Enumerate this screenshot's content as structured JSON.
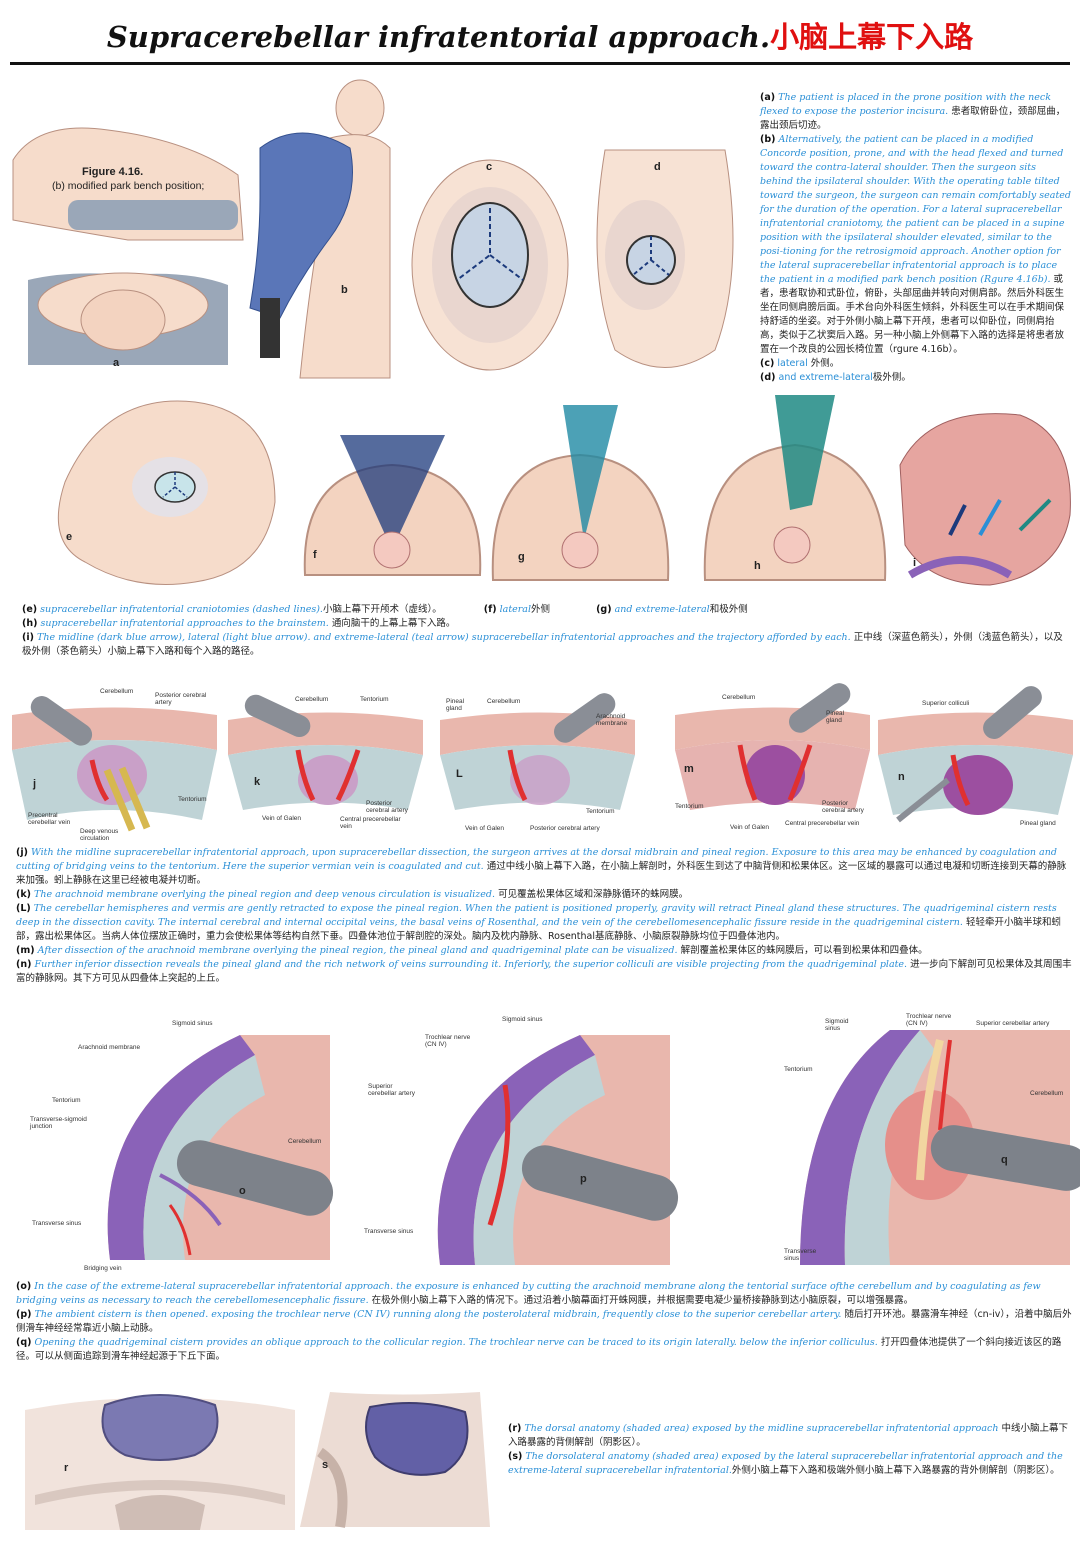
{
  "title": {
    "en": "Supracerebellar infratentorial approach.",
    "zh": "小脑上幕下入路"
  },
  "figure_label": {
    "title": "Figure 4.16.",
    "sub": "(b) modified park bench position;"
  },
  "panel_letters": {
    "a": "a",
    "b": "b",
    "c": "c",
    "d": "d",
    "e": "e",
    "f": "f",
    "g": "g",
    "h": "h",
    "i": "i",
    "j": "j",
    "k": "k",
    "L": "L",
    "m": "m",
    "n": "n",
    "o": "o",
    "p": "p",
    "q": "q",
    "r": "r",
    "s": "s"
  },
  "captions_top": [
    {
      "key": "(a)",
      "en": "The patient is placed in the prone position with the neck flexed to expose the posterior incisura.",
      "zh": "患者取俯卧位，颈部屈曲，露出颈后切迹。"
    },
    {
      "key": "(b)",
      "en": "Alternatively, the patient can be placed in a modified Concorde position, prone, and with the head flexed and turned toward the contra-lateral shoulder. Then the surgeon sits behind the ipsilateral shoulder. With the operating table tilted toward the surgeon, the surgeon can remain comfortably seated for the duration of the operation. For a lateral supracerebellar infratentorial craniotomy, the patient can be placed in a supine position with the ipsilateral shoulder elevated, similar to the posi-tioning for the retrosigmoid approach. Another option for the lateral supracerebellar infratentorial approach is to place the patient in a modified park bench position (Rgure 4.16b).",
      "zh": "或者，患者取协和式卧位，俯卧，头部屈曲并转向对侧肩部。然后外科医生坐在同侧肩膀后面。手术台向外科医生倾斜，外科医生可以在手术期间保持舒适的坐姿。对于外侧小脑上幕下开颅，患者可以仰卧位，同侧肩抬高，类似于乙状窦后入路。另一种小脑上外侧幕下入路的选择是将患者放置在一个改良的公园长椅位置（rgure 4.16b）。"
    },
    {
      "key": "(c)",
      "en": "lateral",
      "zh": "外侧。"
    },
    {
      "key": "(d)",
      "en": "and extreme-lateral",
      "zh": "极外侧。"
    }
  ],
  "captions_mid1": [
    {
      "key": "(e)",
      "en": "supracerebellar infratentorial craniotomies (dashed lines).",
      "zh": "小脑上幕下开颅术（虚线）。"
    },
    {
      "key": "(f)",
      "en": "lateral",
      "zh": "外侧"
    },
    {
      "key": "(g)",
      "en": "and extreme-lateral",
      "zh": "和极外侧"
    },
    {
      "key": "(h)",
      "en": "supracerebellar infratentorial approaches to the brainstem.",
      "zh": "通向脑干的上幕上幕下入路。"
    },
    {
      "key": "(i)",
      "en": "The midline (dark blue arrow), lateral (light blue arrow). and extreme-lateral (teal arrow) supracerebellar infratentorial approaches and the trajectory afforded by each.",
      "zh": "正中线（深蓝色箭头），外侧（浅蓝色箭头），以及极外侧（茶色箭头）小脑上幕下入路和每个入路的路径。"
    }
  ],
  "labels_row3": {
    "j": [
      "Cerebellum",
      "Posterior cerebral artery",
      "Tentorium",
      "Precentral cerebellar vein",
      "Deep venous circulation"
    ],
    "k": [
      "Cerebellum",
      "Tentorium",
      "Posterior cerebral artery",
      "Vein of Galen",
      "Central precerebellar vein"
    ],
    "L": [
      "Pineal gland",
      "Cerebellum",
      "Arachnoid membrane",
      "Tentorium",
      "Vein of Galen",
      "Posterior cerebral artery"
    ],
    "m": [
      "Cerebellum",
      "Pineal gland",
      "Tentorium",
      "Posterior cerebral artery",
      "Vein of Galen",
      "Central precerebellar vein"
    ],
    "n": [
      "Superior colliculi",
      "Pineal gland"
    ]
  },
  "captions_mid2": [
    {
      "key": "(j)",
      "en": "With the midline supracerebellar infratentorial approach, upon supracerebellar dissection, the surgeon arrives at the dorsal midbrain and pineal region. Exposure to this area may be enhanced by coagulation and cutting of bridging veins to the tentorium. Here the superior vermian vein is coagulated and cut.",
      "zh": "通过中线小脑上幕下入路，在小脑上解剖时，外科医生到达了中脑背侧和松果体区。这一区域的暴露可以通过电凝和切断连接到天幕的静脉来加强。蚓上静脉在这里已经被电凝并切断。"
    },
    {
      "key": "(k)",
      "en": "The arachnoid membrane overlying the pineal region and deep venous circulation is visualized.",
      "zh": "可见覆盖松果体区域和深静脉循环的蛛网膜。"
    },
    {
      "key": "(L)",
      "en": "The cerebellar hemispheres and vermis are gently retracted to expose the pineal region. When the patient is positioned properly, gravity will retract Pineal gland these structures. The quadrigeminal cistern rests deep in the dissection cavity. The internal cerebral and internal occipital veins, the basal veins of Rosenthal, and the vein of the cerebellomesencephalic fissure reside in the quadrigeminal cistern.",
      "zh": "轻轻牵开小脑半球和蚓部，露出松果体区。当病人体位摆放正确时，重力会使松果体等结构自然下垂。四叠体池位于解剖腔的深处。脑内及枕内静脉、Rosenthal基底静脉、小脑原裂静脉均位于四叠体池内。"
    },
    {
      "key": "(m)",
      "en": "After dissection of the arachnoid membrane overlying the pineal region, the pineal gland and quadrigeminal plate can be visualized.",
      "zh": "解剖覆盖松果体区的蛛网膜后，可以看到松果体和四叠体。"
    },
    {
      "key": "(n)",
      "en": "Further inferior dissection reveals the pineal gland and the rich network of veins surrounding it. Inferiorly, the superior colliculi are visible projecting from the quadrigeminal plate.",
      "zh": "进一步向下解剖可见松果体及其周围丰富的静脉网。其下方可见从四叠体上突起的上丘。"
    }
  ],
  "labels_row4": {
    "o": [
      "Sigmoid sinus",
      "Arachnoid membrane",
      "Tentorium",
      "Transverse-sigmoid junction",
      "Cerebellum",
      "Transverse sinus",
      "Bridging vein"
    ],
    "p": [
      "Sigmoid sinus",
      "Trochlear nerve (CN IV)",
      "Superior cerebellar artery",
      "Transverse sinus"
    ],
    "q": [
      "Sigmoid sinus",
      "Trochlear nerve (CN IV)",
      "Superior cerebellar artery",
      "Tentorium",
      "Cerebellum",
      "Transverse sinus"
    ]
  },
  "captions_mid3": [
    {
      "key": "(o)",
      "en": "In the case of the extreme-lateral supracerebellar infratentorial approach. the exposure is enhanced by cutting the arachnoid membrane along the tentorial surface ofthe cerebellum and by coagulating as few bridging veins as necessary to reach the cerebellomesencephalic fissure.",
      "zh": "在极外侧小脑上幕下入路的情况下。通过沿着小脑幕面打开蛛网膜，并根据需要电凝少量桥接静脉到达小脑原裂，可以增强暴露。"
    },
    {
      "key": "(p)",
      "en": "The ambient cistern is then opened. exposing the trochlear nerve (CN IV) running along the posterolateral midbrain, frequently close to the superior cerebellar artery.",
      "zh": "随后打开环池。暴露滑车神经（cn-iv），沿着中脑后外侧滑车神经经常靠近小脑上动脉。"
    },
    {
      "key": "(q)",
      "en": "Opening the quadrigeminal cistern provides an oblique approach to the collicular region. The trochlear nerve can be traced to its origin laterally. below the inferior colliculus.",
      "zh": "打开四叠体池提供了一个斜向接近该区的路径。可以从侧面追踪到滑车神经起源于下丘下面。"
    }
  ],
  "captions_bottom": [
    {
      "key": "(r)",
      "en": "The dorsal anatomy (shaded area) exposed by the midline supracerebellar infratentorial approach",
      "zh": "中线小脑上幕下入路暴露的背侧解剖（阴影区）。"
    },
    {
      "key": "(s)",
      "en": "The dorsolateral anatomy (shaded area) exposed by the lateral supracerebellar infratentorial approach and the extreme-lateral supracerebellar infratentorial.",
      "zh": "外侧小脑上幕下入路和极端外侧小脑上幕下入路暴露的背外侧解剖（阴影区）。"
    }
  ],
  "colors": {
    "skin": "#f4d6c4",
    "brain": "#e8a9a4",
    "tentorium": "#b9d4d2",
    "sinus": "#8a62b8",
    "caption_en": "#2a8fd6",
    "title_cn": "#e01010",
    "dark_blue": "#1c3a7c",
    "teal": "#1f8a84"
  }
}
